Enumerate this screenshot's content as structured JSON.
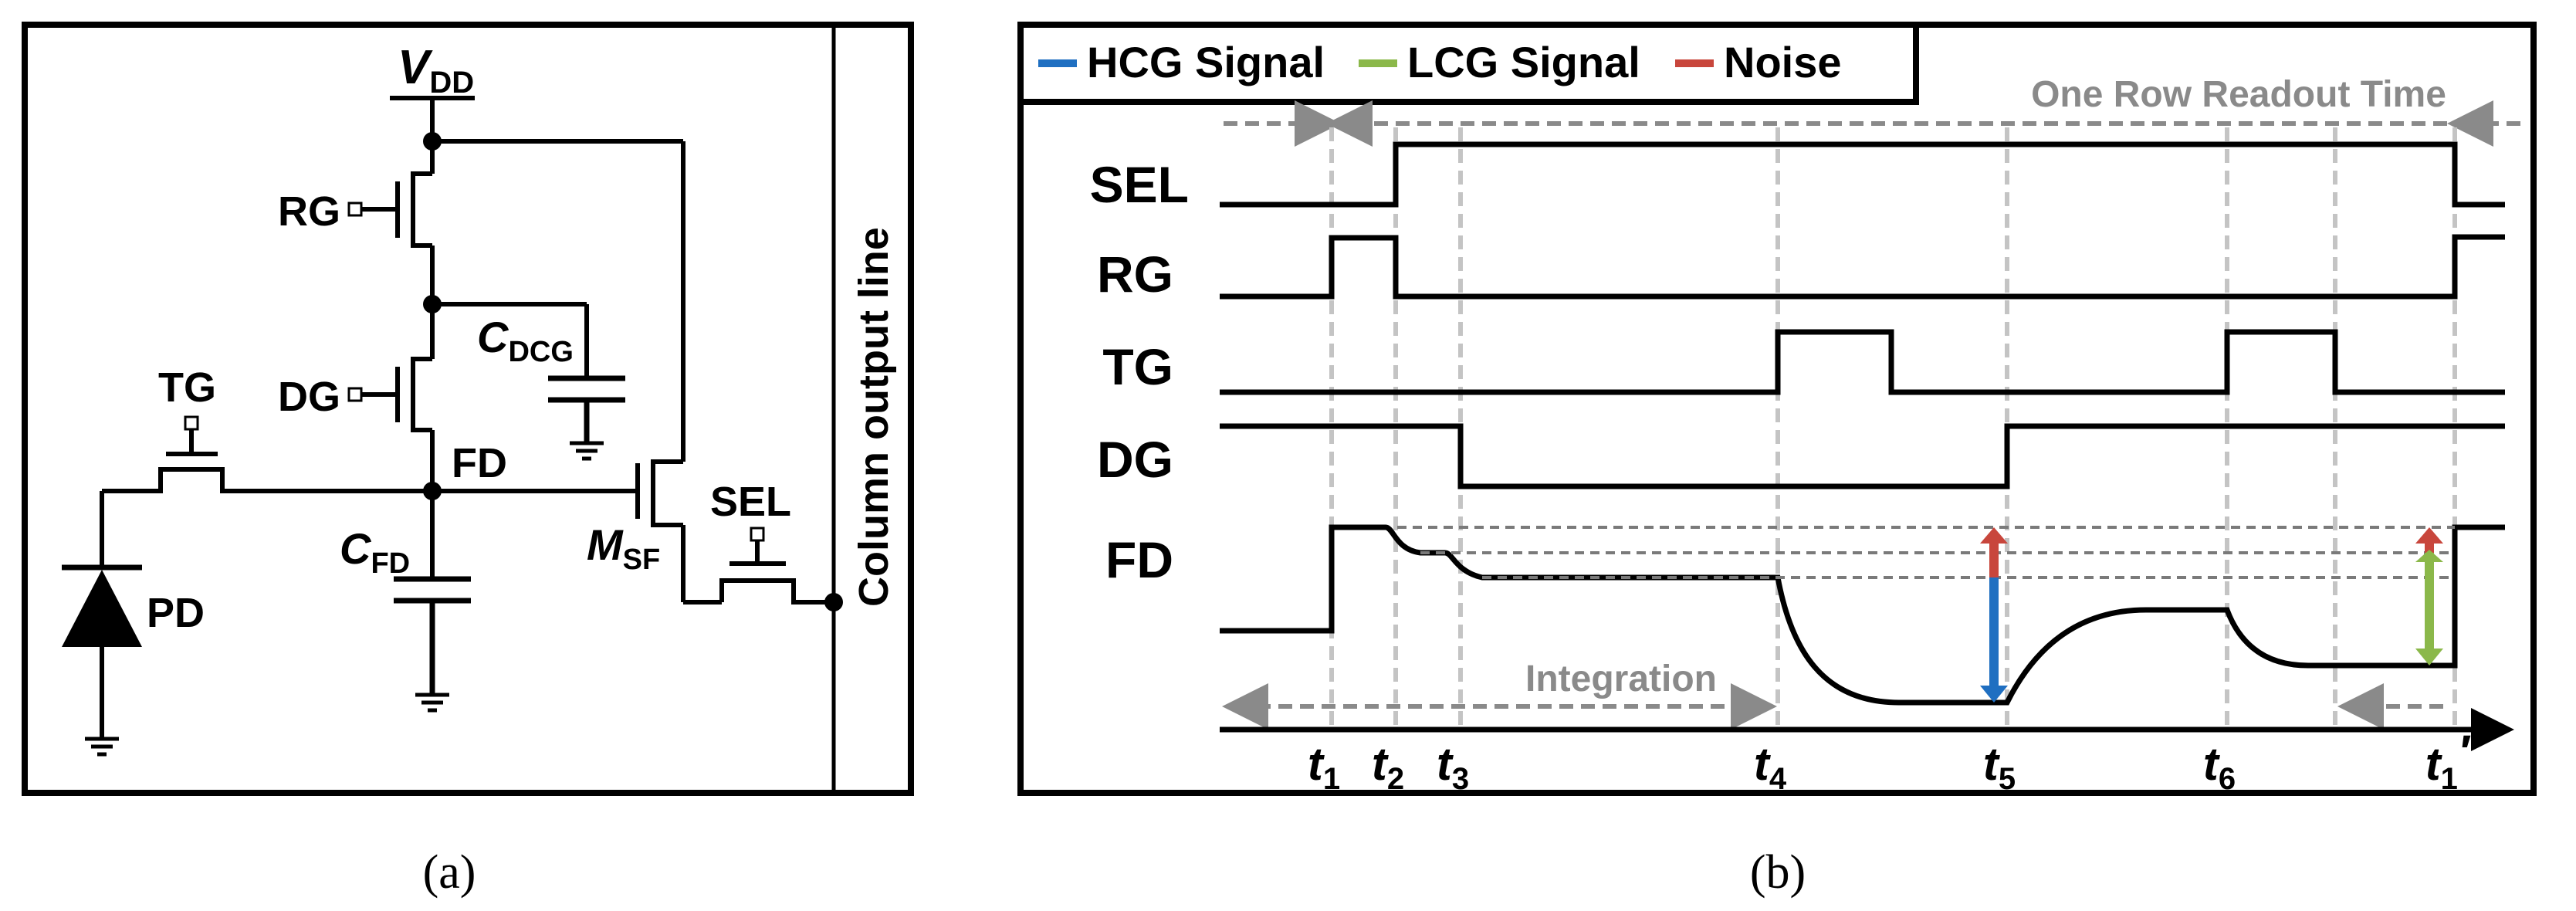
{
  "panel_a": {
    "caption": "(a)",
    "vdd": {
      "main": "V",
      "sub": "DD"
    },
    "rg": "RG",
    "dg": "DG",
    "tg": "TG",
    "fd": "FD",
    "sel": "SEL",
    "pd": "PD",
    "cdcg": {
      "main": "C",
      "sub": "DCG"
    },
    "cfd": {
      "main": "C",
      "sub": "FD"
    },
    "msf": {
      "main": "M",
      "sub": "SF"
    },
    "column_output_line": "Column output line"
  },
  "panel_b": {
    "caption": "(b)",
    "legend": [
      {
        "label": "HCG Signal",
        "color": "#1f6fc1"
      },
      {
        "label": "LCG Signal",
        "color": "#8bb84a"
      },
      {
        "label": "Noise",
        "color": "#c8463c"
      }
    ],
    "one_row_readout_time": "One Row Readout Time",
    "integration": "Integration",
    "signals": [
      "SEL",
      "RG",
      "TG",
      "DG",
      "FD"
    ],
    "time_labels": [
      {
        "main": "t",
        "sub": "1"
      },
      {
        "main": "t",
        "sub": "2"
      },
      {
        "main": "t",
        "sub": "3"
      },
      {
        "main": "t",
        "sub": "4"
      },
      {
        "main": "t",
        "sub": "5"
      },
      {
        "main": "t",
        "sub": "6"
      },
      {
        "main": "t",
        "sub": "1",
        "prime": "′"
      }
    ]
  },
  "colors": {
    "hcg": "#1f6fc1",
    "lcg": "#8bb84a",
    "noise": "#c8463c",
    "guide": "#bdbdbd",
    "dash": "#7a7a7a"
  }
}
